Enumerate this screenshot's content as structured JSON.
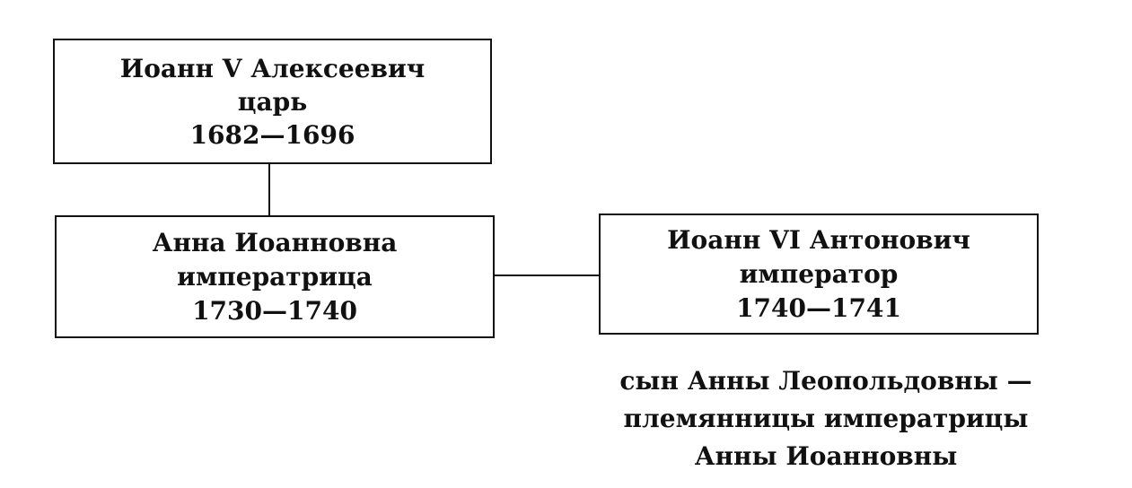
{
  "nodes": {
    "ivan5": {
      "name": "Иоанн V Алексеевич",
      "title": "царь",
      "years": "1682—1696"
    },
    "anna": {
      "name": "Анна Иоанновна",
      "title": "императрица",
      "years": "1730—1740"
    },
    "ivan6": {
      "name": "Иоанн VI Антонович",
      "title": "император",
      "years": "1740—1741"
    }
  },
  "note": {
    "line1": "сын Анны Леопольдовны —",
    "line2": "племянницы императрицы",
    "line3": "Анны Иоанновны"
  }
}
